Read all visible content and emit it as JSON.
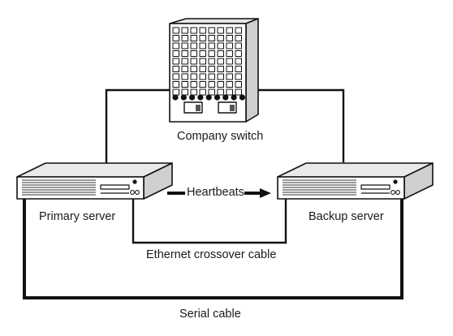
{
  "labels": {
    "company_switch": "Company switch",
    "primary_server": "Primary server",
    "backup_server": "Backup server",
    "heartbeats": "Heartbeats",
    "ethernet_cable": "Ethernet crossover cable",
    "serial_cable": "Serial cable"
  },
  "colors": {
    "ink": "#111111",
    "face_light": "#ffffff",
    "face_shade": "#d9d9d9"
  }
}
